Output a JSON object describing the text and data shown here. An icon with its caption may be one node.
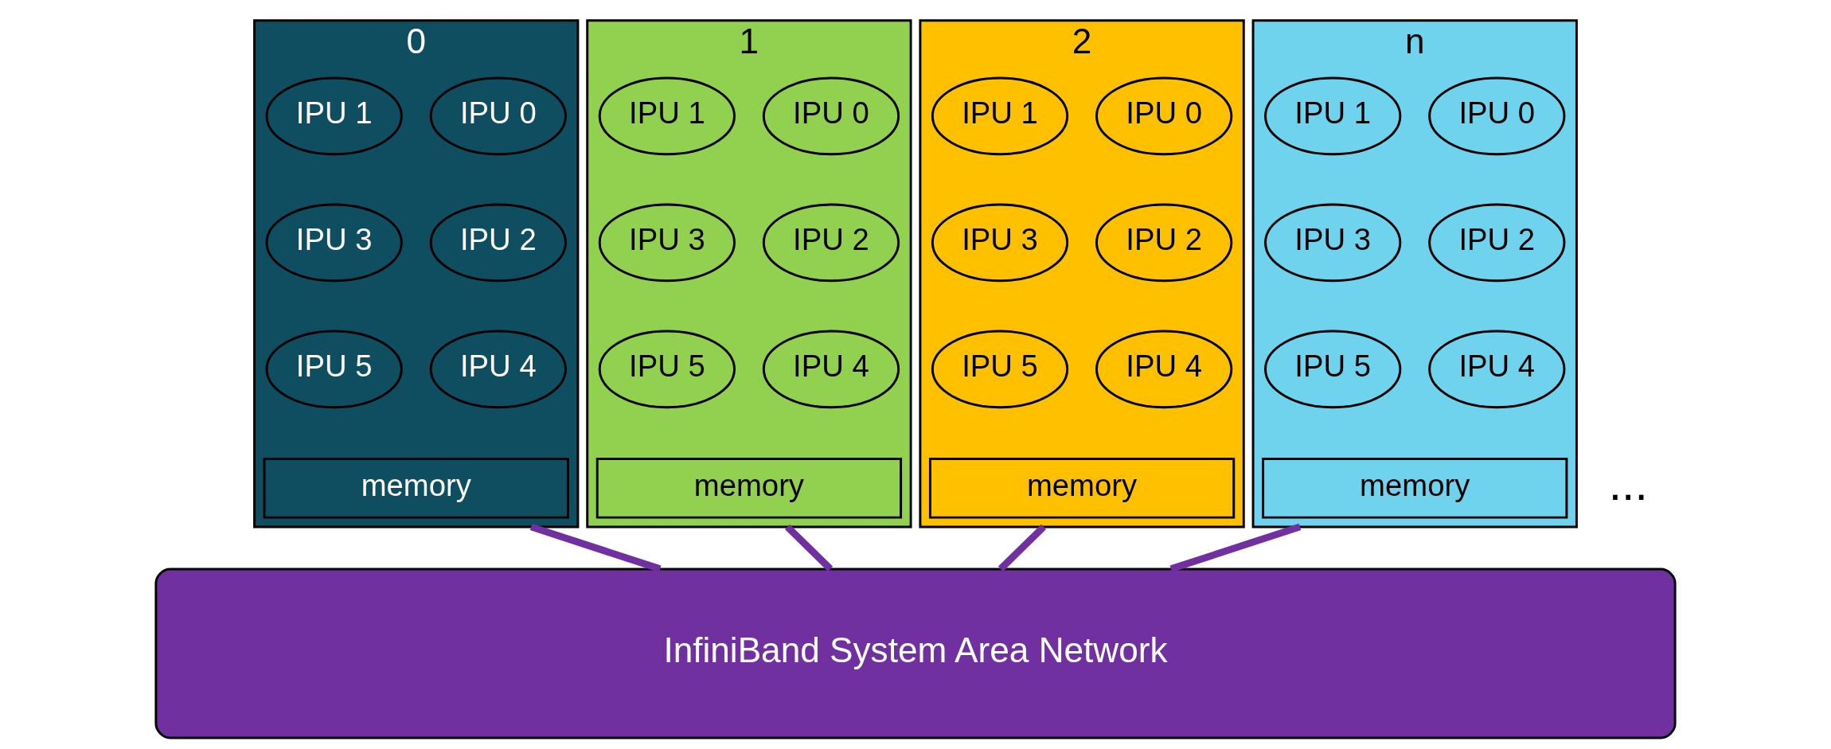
{
  "diagram": {
    "nodes": [
      {
        "text": [
          "0"
        ]
      },
      {
        "text": [
          "IPU 0"
        ],
        "in": 0
      },
      {
        "text": [
          "IPU 1"
        ],
        "in": 0
      },
      {
        "text": [
          "IPU 2"
        ],
        "in": 0
      },
      {
        "text": [
          "IPU 3"
        ],
        "in": 0
      },
      {
        "text": [
          "IPU 4"
        ],
        "in": 0
      },
      {
        "text": [
          "IPU 5"
        ],
        "in": 0
      },
      {
        "text": [
          "memory"
        ],
        "in": 0
      },
      {
        "text": [
          "1"
        ]
      },
      {
        "text": [
          "IPU 0"
        ],
        "in": 8
      },
      {
        "text": [
          "IPU 1"
        ],
        "in": 8
      },
      {
        "text": [
          "IPU 2"
        ],
        "in": 8
      },
      {
        "text": [
          "IPU 3"
        ],
        "in": 8
      },
      {
        "text": [
          "IPU 4"
        ],
        "in": 8
      },
      {
        "text": [
          "IPU 5"
        ],
        "in": 8
      },
      {
        "text": [
          "memory"
        ],
        "in": 8
      },
      {
        "text": [
          "2"
        ]
      },
      {
        "text": [
          "IPU 0"
        ],
        "in": 16
      },
      {
        "text": [
          "IPU 1"
        ],
        "in": 16
      },
      {
        "text": [
          "IPU 2"
        ],
        "in": 16
      },
      {
        "text": [
          "IPU 3"
        ],
        "in": 16
      },
      {
        "text": [
          "IPU 4"
        ],
        "in": 16
      },
      {
        "text": [
          "IPU 5"
        ],
        "in": 16
      },
      {
        "text": [
          "memory"
        ],
        "in": 16
      },
      {
        "text": [
          "n"
        ]
      },
      {
        "text": [
          "IPU 0"
        ],
        "in": 24
      },
      {
        "text": [
          "IPU 1"
        ],
        "in": 24
      },
      {
        "text": [
          "IPU 2"
        ],
        "in": 24
      },
      {
        "text": [
          "IPU 3"
        ],
        "in": 24
      },
      {
        "text": [
          "IPU 4"
        ],
        "in": 24
      },
      {
        "text": [
          "IPU 5"
        ],
        "in": 24
      },
      {
        "text": [
          "memory"
        ],
        "in": 24
      },
      {
        "text": [
          "InfiniBand System Area Network"
        ]
      }
    ],
    "edges": [
      {
        "from": 0,
        "to": 32,
        "arrow": "none"
      },
      {
        "from": 8,
        "to": 32,
        "arrow": "none"
      },
      {
        "from": 16,
        "to": 32,
        "arrow": "none"
      },
      {
        "from": 24,
        "to": 32,
        "arrow": "none"
      }
    ],
    "labels": [
      "..."
    ]
  }
}
